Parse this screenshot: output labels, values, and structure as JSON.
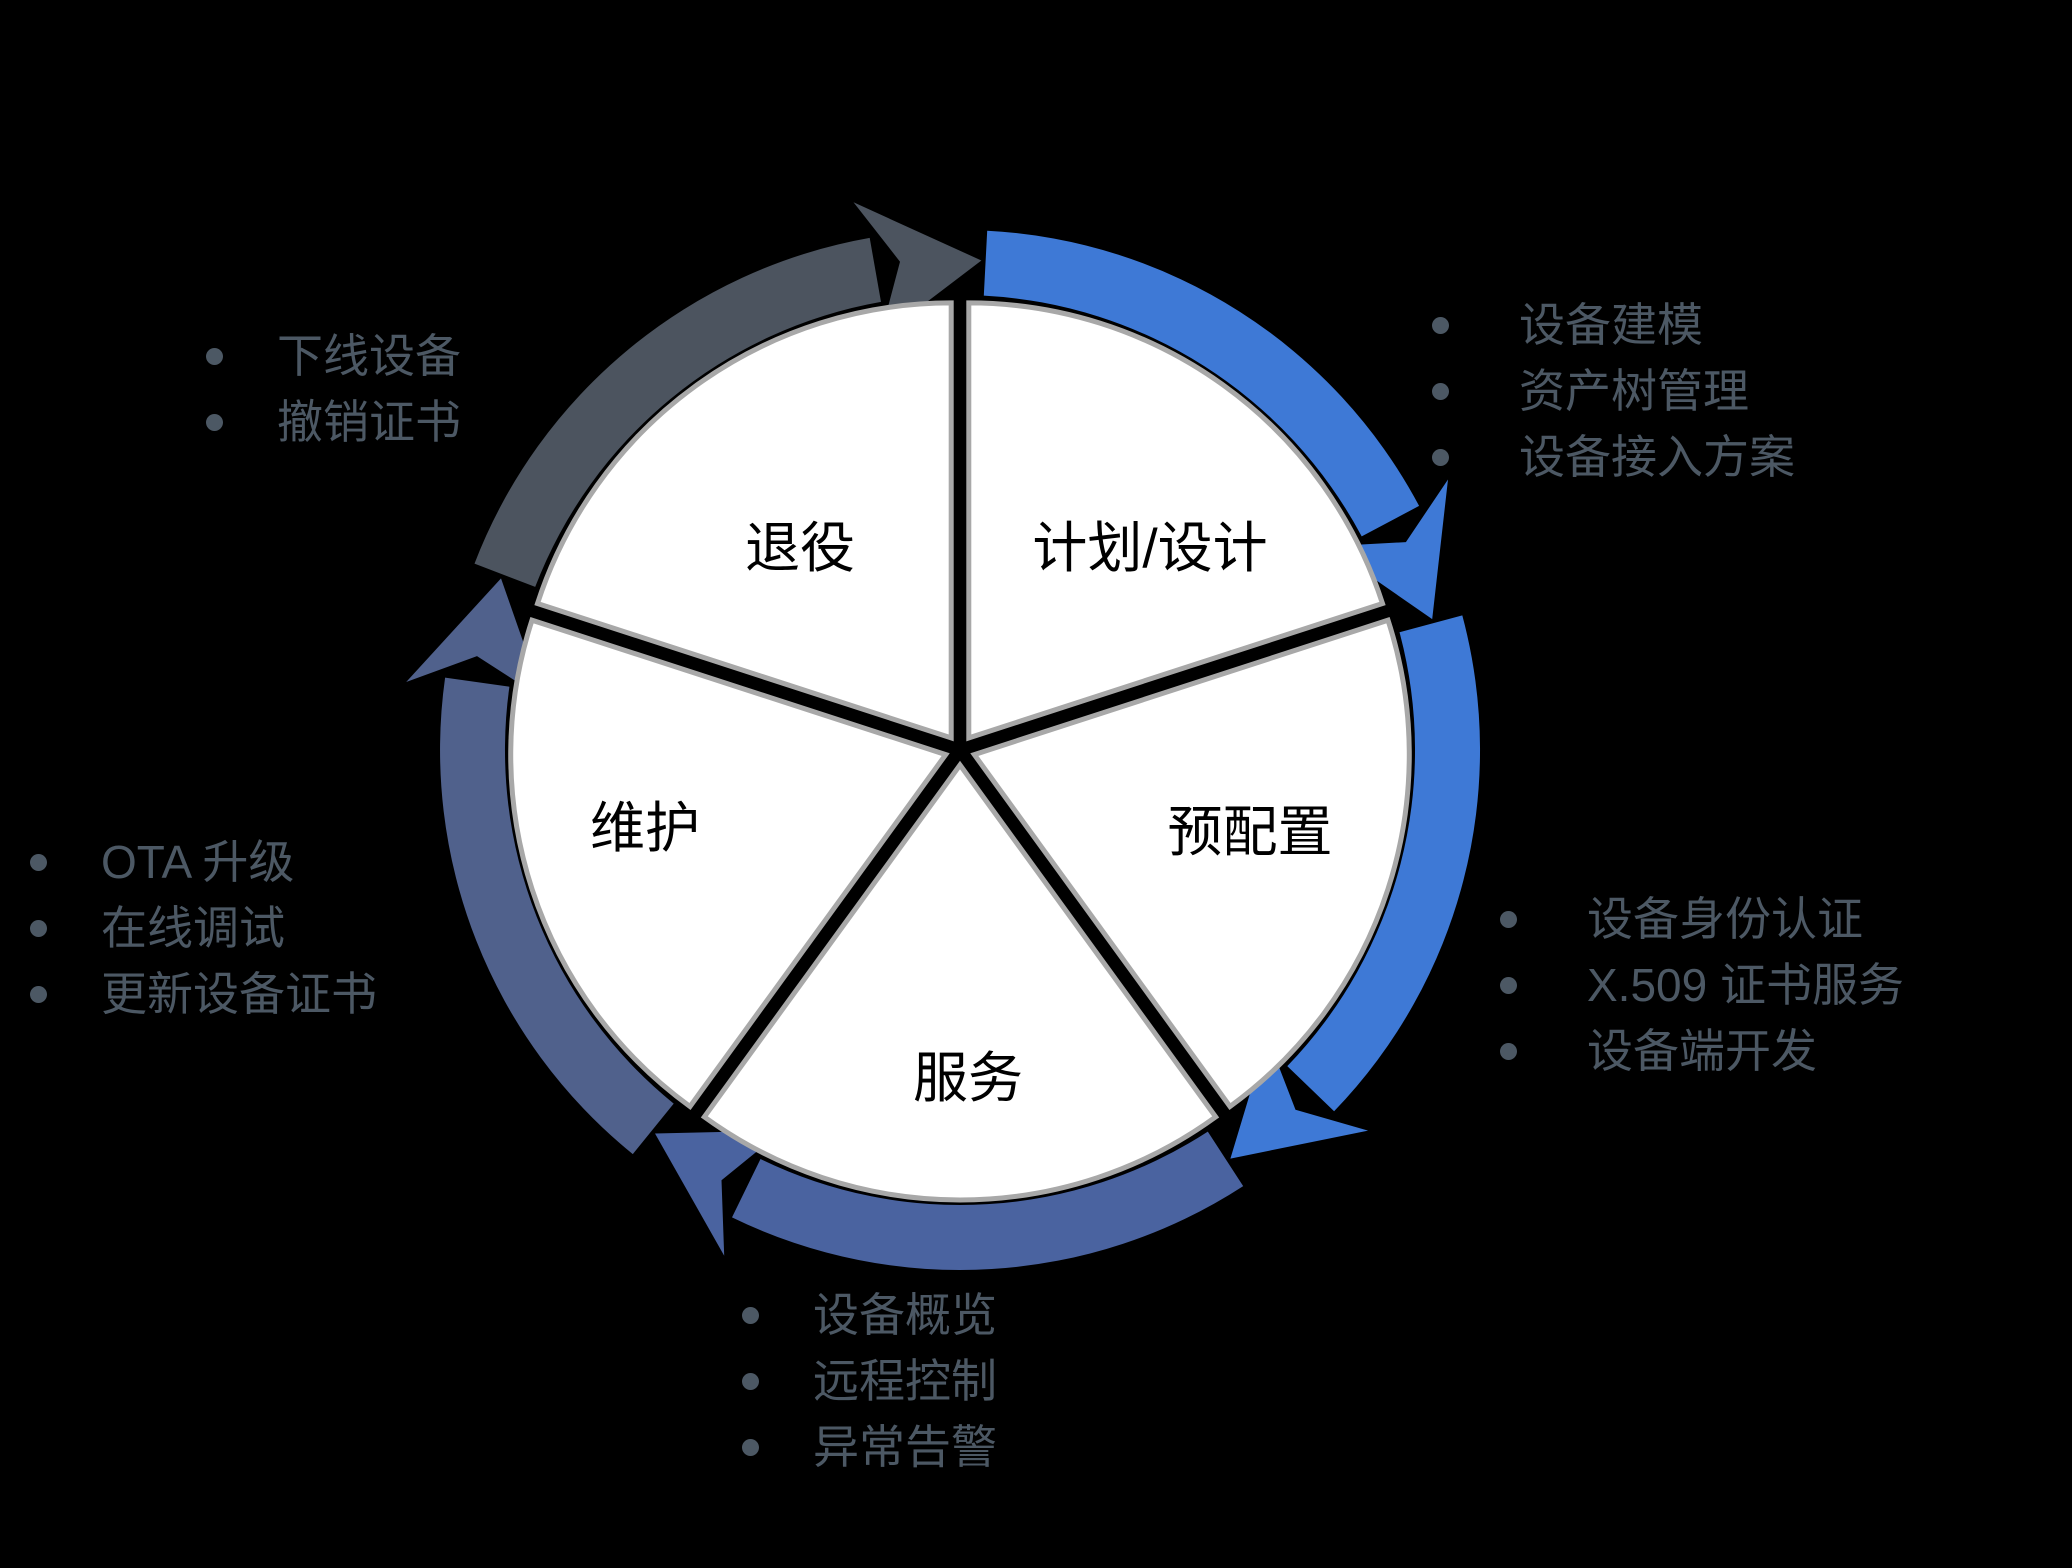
{
  "diagram": {
    "type": "cycle",
    "background_color": "#000000",
    "wedge_fill": "#FFFFFF",
    "wedge_outline_color": "#A8A8A8",
    "stage_label_color": "#000000",
    "list_text_color": "#4C5864",
    "stages": [
      {
        "id": "plan",
        "label": "计划/设计",
        "arc_color": "#3E79D6"
      },
      {
        "id": "provision",
        "label": "预配置",
        "arc_color": "#3E79D6"
      },
      {
        "id": "service",
        "label": "服务",
        "arc_color": "#4A63A0"
      },
      {
        "id": "maintain",
        "label": "维护",
        "arc_color": "#50618C"
      },
      {
        "id": "retire",
        "label": "退役",
        "arc_color": "#4C545F"
      }
    ],
    "lists": {
      "plan": {
        "items": [
          "设备建模",
          "资产树管理",
          "设备接入方案"
        ]
      },
      "provision": {
        "items": [
          "设备身份认证",
          "X.509 证书服务",
          "设备端开发"
        ]
      },
      "service": {
        "items": [
          "设备概览",
          "远程控制",
          "异常告警"
        ]
      },
      "maintain": {
        "items": [
          "OTA 升级",
          "在线调试",
          "更新设备证书"
        ]
      },
      "retire": {
        "items": [
          "下线设备",
          "撤销证书"
        ]
      }
    }
  }
}
